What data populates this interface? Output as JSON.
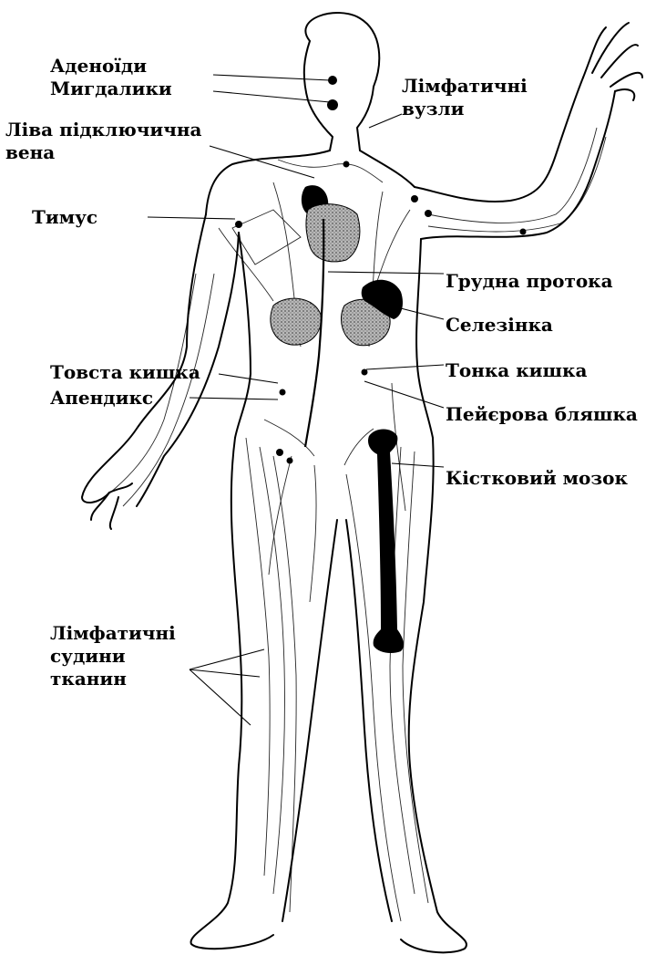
{
  "labels": {
    "adenoids": "Аденоїди",
    "tonsils": "Мигдалики",
    "lymph_nodes": [
      "Лімфатичні",
      "вузли"
    ],
    "left_subclavian_vein": [
      "Ліва підключична",
      "вена"
    ],
    "thymus": "Тимус",
    "thoracic_duct": "Грудна протока",
    "spleen": "Селезінка",
    "small_intestine": "Тонка кишка",
    "large_intestine": "Товста кишка",
    "appendix": "Апендикс",
    "peyers_patch": "Пейєрова бляшка",
    "bone_marrow": "Кістковий мозок",
    "tissue_lymph_vessels": [
      "Лімфатичні",
      "судини",
      "тканин"
    ]
  },
  "colors": {
    "ink": "#000000",
    "organ_fill": "#9a9a9a",
    "background": "#ffffff"
  }
}
